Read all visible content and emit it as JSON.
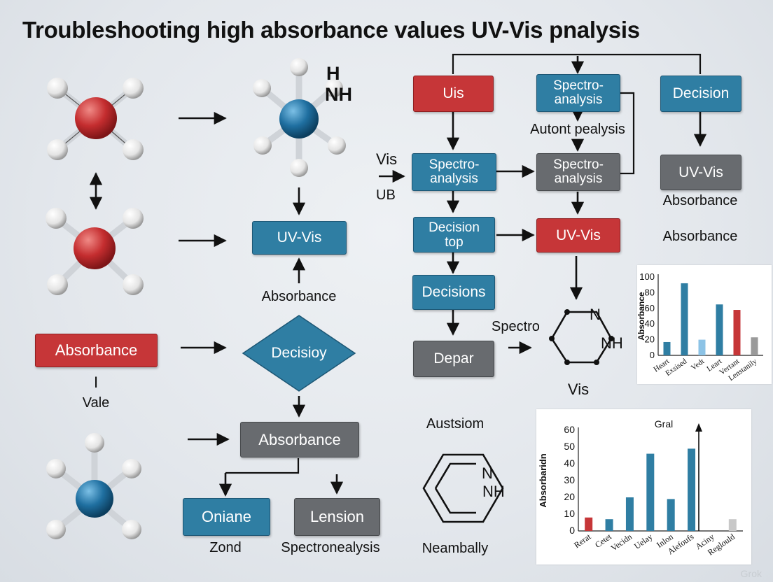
{
  "title": "Troubleshooting high absorbance values UV-Vis pnalysis",
  "colors": {
    "red": "#c63638",
    "blue": "#2f7ea3",
    "gray": "#686b6f",
    "atom_red": "#c42d2f",
    "atom_blue": "#1f6fa0"
  },
  "boxes": {
    "absorbance_red": "Absorbance",
    "uvvis_left": "UV-Vis",
    "decision_diamond": "Decisioy",
    "absorbance_gray": "Absorbance",
    "oniane": "Oniane",
    "lension": "Lension",
    "uis": "Uis",
    "spectro_top": "Spectro-\nanalysis",
    "decision_top": "Decision",
    "spectro_mid": "Spectro-\nanalysis",
    "spectro_gray": "Spectro-\nanalysis",
    "uvvis_gray": "UV-Vis",
    "decision_top2": "Decision\ntop",
    "uvvis_red": "UV-Vis",
    "decisions": "Decisions",
    "depar": "Depar"
  },
  "labels": {
    "h": "H",
    "nh": "NH",
    "absorbance_under": "Absorbance",
    "vale": "Vale",
    "bar_mark": "I",
    "zond": "Zond",
    "spectronealysis": "Spectronealysis",
    "vis_in": "Vis",
    "ub_in": "UB",
    "autont": "Autont  pealysis",
    "absorbance_r1": "Absorbance",
    "absorbance_r2": "Absorbance",
    "spectro_lbl": "Spectro",
    "vis_lbl": "Vis",
    "austsiom": "Austsiom",
    "neambally": "Neambally",
    "ring_n": "N",
    "ring_nh": "NH",
    "ring2_n": "N",
    "ring2_nh": "NH"
  },
  "watermark": "Grok",
  "chart_data": [
    {
      "type": "bar",
      "title": "",
      "ylabel": "Absorbance",
      "ylim": [
        0,
        100
      ],
      "yticks": [
        "0",
        "20",
        "40",
        "60",
        "80",
        "100"
      ],
      "categories": [
        "Heart",
        "Exsised",
        "Vedt",
        "Leart",
        "Vertant",
        "Lenstanily"
      ],
      "values": [
        17,
        92,
        20,
        65,
        58,
        23
      ],
      "bar_colors": [
        "#2f7ea3",
        "#2f7ea3",
        "#8cc3e6",
        "#2f7ea3",
        "#c63638",
        "#9a9a9a"
      ]
    },
    {
      "type": "bar",
      "title": "Gral",
      "ylabel": "Absorbaridn",
      "ylim": [
        0,
        60
      ],
      "yticks": [
        "0",
        "10",
        "20",
        "30",
        "40",
        "50",
        "60"
      ],
      "categories": [
        "Rerat",
        "Cetet",
        "Vecidn",
        "Uelay",
        "Inlon",
        "Alefoufs",
        "Aciny",
        "Reglould"
      ],
      "values": [
        8,
        7,
        20,
        46,
        19,
        49,
        0,
        7
      ],
      "bar_colors": [
        "#c63638",
        "#2f7ea3",
        "#2f7ea3",
        "#2f7ea3",
        "#2f7ea3",
        "#2f7ea3",
        "#2f7ea3",
        "#c8c8c8"
      ]
    }
  ]
}
